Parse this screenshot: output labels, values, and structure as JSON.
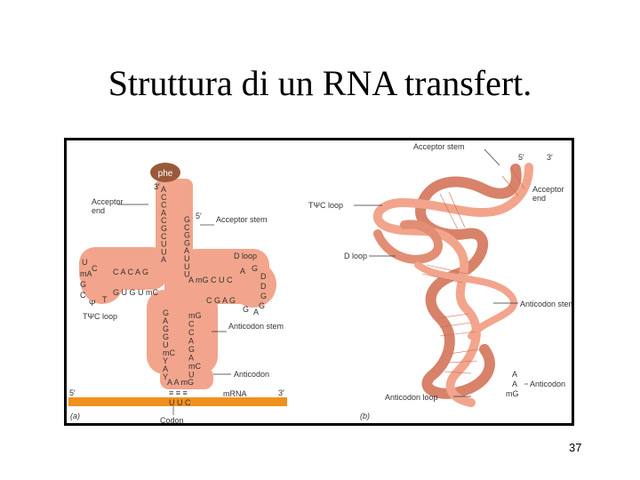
{
  "title": "Struttura di un RNA transfert.",
  "page_number": "37",
  "panel_a": {
    "panel_label": "(a)",
    "phe": "phe",
    "acceptor_end": "Acceptor\nend",
    "acceptor_stem": "Acceptor\nstem",
    "d_loop": "D loop",
    "tpsic_loop": "TΨC loop",
    "anticodon_stem": "Anticodon\nstem",
    "anticodon": "Anticodon",
    "mrna": "mRNA",
    "codon": "Codon",
    "five_prime": "5′",
    "three_prime": "3′",
    "acceptor_3prime_arm": [
      "A",
      "C",
      "C",
      "A",
      "C",
      "G",
      "C",
      "U",
      "U",
      "A"
    ],
    "acceptor_5prime_arm": [
      "G",
      "C",
      "G",
      "G",
      "A",
      "U",
      "U",
      "U"
    ],
    "tpsic_stem_top": "C A C A G",
    "tpsic_stem_bottom": "G U G U mC",
    "tpsic_loop_left": [
      "U",
      "C",
      "mA",
      "G",
      "C",
      "Ψ",
      "T"
    ],
    "d_stem_top": "A mG C U C",
    "d_stem_bottom": "C G A G",
    "d_loop_right": [
      "A",
      "G",
      "D",
      "D",
      "G",
      "G",
      "A",
      "G"
    ],
    "anticodon_stem_left": [
      "G",
      "A",
      "G",
      "G",
      "U",
      "mC",
      "Y",
      "A",
      "Y"
    ],
    "anticodon_stem_right": [
      "mG",
      "C",
      "C",
      "A",
      "G",
      "A",
      "mC",
      "U"
    ],
    "anticodon_bases": "A  A  mG",
    "codon_bases": "U  U  C",
    "pairs": "≡  ≡  ≡"
  },
  "panel_b": {
    "panel_label": "(b)",
    "acceptor_stem": "Acceptor stem",
    "five_prime": "5′",
    "three_prime": "3′",
    "acceptor_end": "Acceptor\nend",
    "tpsic_loop": "TΨC loop",
    "d_loop": "D loop",
    "anticodon_stem": "Anticodon\nstem",
    "anticodon_loop": "Anticodon loop",
    "anticodon_bases": [
      "A",
      "A",
      "mG"
    ],
    "anticodon": "Anticodon"
  },
  "colors": {
    "rna_body": "#f0a088",
    "rna_dark": "#d06040",
    "mrna": "#f0901e",
    "phe": "#9a5a3a"
  }
}
